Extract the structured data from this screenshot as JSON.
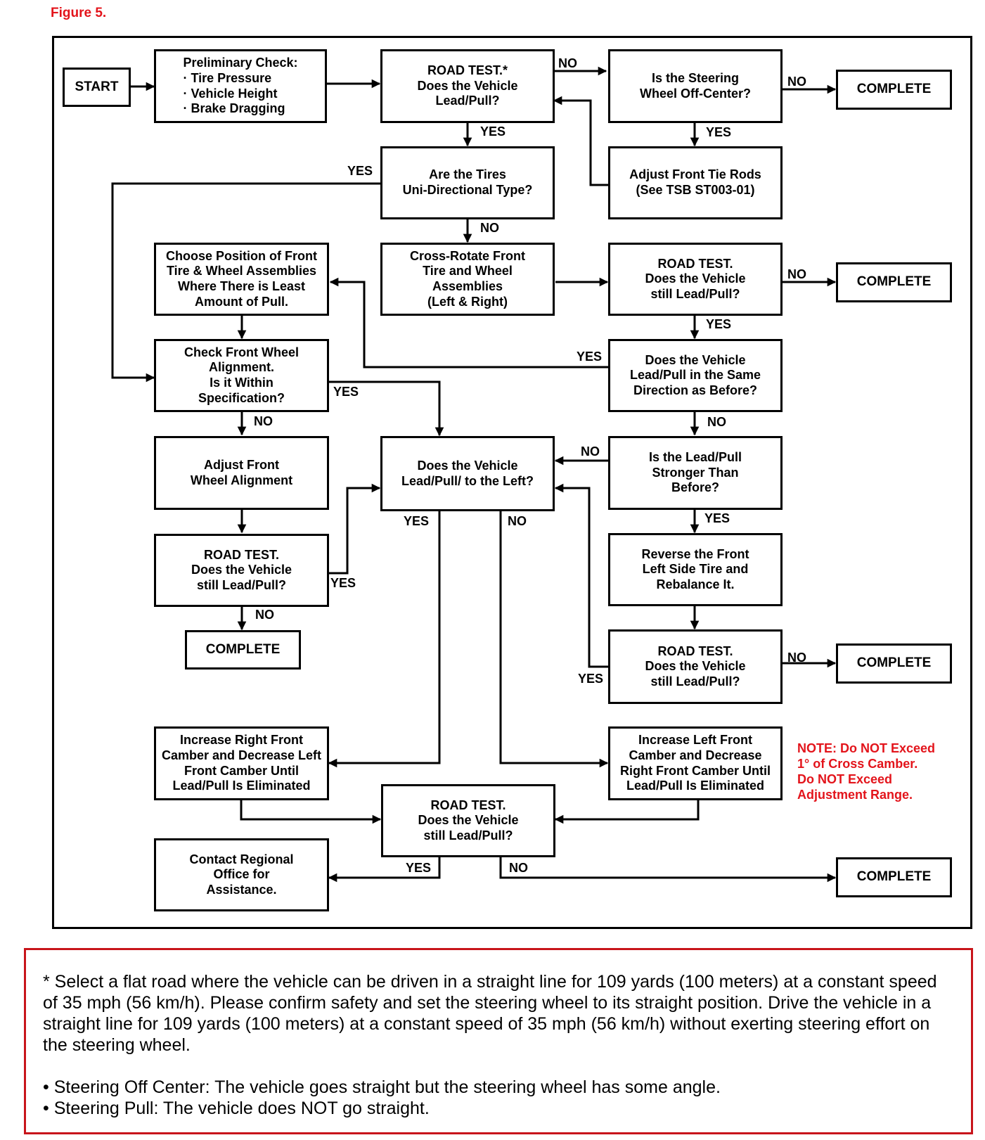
{
  "figure_title": "Figure 5.",
  "nodes": {
    "start": "START",
    "prelim": "Preliminary Check:\n· Tire Pressure\n· Vehicle Height\n· Brake Dragging",
    "road1": "ROAD TEST.*\nDoes the Vehicle\nLead/Pull?",
    "offcenter": "Is the Steering\nWheel Off-Center?",
    "complete1": "COMPLETE",
    "unidir": "Are the Tires\nUni-Directional Type?",
    "tierods": "Adjust Front Tie Rods\n(See TSB ST003-01)",
    "choose": "Choose Position of Front\nTire & Wheel Assemblies\nWhere There is Least\nAmount of Pull.",
    "crossrot": "Cross-Rotate Front\nTire and Wheel\nAssemblies\n(Left & Right)",
    "road2": "ROAD TEST.\nDoes the Vehicle\nstill Lead/Pull?",
    "complete2": "COMPLETE",
    "checkalign": "Check Front Wheel\nAlignment.\nIs it Within\nSpecification?",
    "samedir": "Does the Vehicle\nLead/Pull in the Same\nDirection as Before?",
    "adjalign": "Adjust Front\nWheel Alignment",
    "leftpull": "Does the Vehicle\nLead/Pull/ to the Left?",
    "stronger": "Is the Lead/Pull\nStronger Than\nBefore?",
    "road3": "ROAD TEST.\nDoes the Vehicle\nstill Lead/Pull?",
    "reverse": "Reverse the Front\nLeft Side Tire and\nRebalance It.",
    "complete3": "COMPLETE",
    "road4": "ROAD TEST.\nDoes the Vehicle\nstill Lead/Pull?",
    "complete4": "COMPLETE",
    "incright": "Increase Right Front\nCamber and Decrease Left\nFront Camber Until\nLead/Pull Is Eliminated",
    "incleft": "Increase Left Front\nCamber and Decrease\nRight Front Camber Until\nLead/Pull Is Eliminated",
    "road5": "ROAD TEST.\nDoes the Vehicle\nstill Lead/Pull?",
    "contact": "Contact Regional\nOffice for\nAssistance.",
    "complete5": "COMPLETE"
  },
  "edge_labels": {
    "yes": "YES",
    "no": "NO"
  },
  "note": "NOTE: Do NOT Exceed\n1° of Cross Camber.\nDo NOT Exceed\nAdjustment Range.",
  "footnote": {
    "main": "* Select a flat road where the vehicle can be driven in a straight line for 109 yards (100 meters) at a constant speed of 35 mph (56 km/h).  Please confirm safety and set the steering wheel to its straight position.  Drive the vehicle in a straight line for 109 yards (100 meters) at a constant speed of 35 mph (56 km/h) without exerting steering effort on the steering wheel.",
    "bullet1": "• Steering Off Center:  The vehicle goes straight but the steering wheel has some angle.",
    "bullet2": "• Steering Pull:  The vehicle does NOT go straight."
  },
  "colors": {
    "accent_red": "#e3141b",
    "box_border_red": "#c8151b",
    "line": "#000000"
  }
}
